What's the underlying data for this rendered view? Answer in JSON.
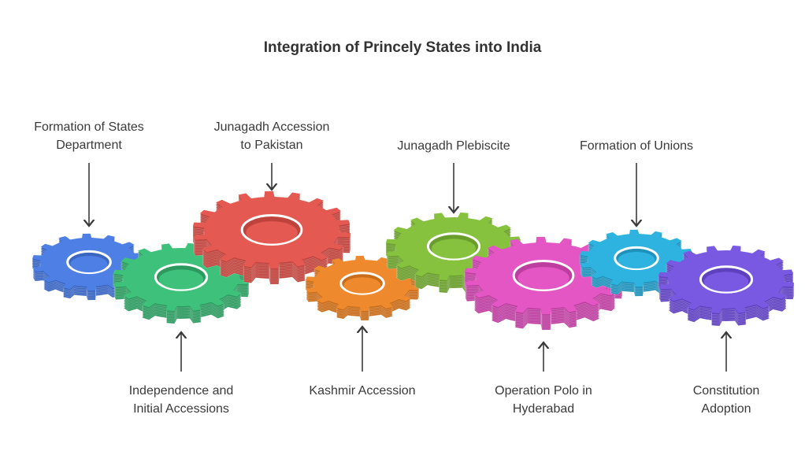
{
  "title": "Integration of Princely States into India",
  "gears": [
    {
      "id": "states-dept",
      "label": "Formation of States\nDepartment",
      "color": "#4d7fe4",
      "dark": "#3a66c2"
    },
    {
      "id": "independence",
      "label": "Independence and\nInitial Accessions",
      "color": "#3ec27b",
      "dark": "#2c9a5f"
    },
    {
      "id": "junagadh-pakistan",
      "label": "Junagadh Accession\nto Pakistan",
      "color": "#e45a52",
      "dark": "#bf433c"
    },
    {
      "id": "kashmir",
      "label": "Kashmir Accession",
      "color": "#ee8a2d",
      "dark": "#c96d1a"
    },
    {
      "id": "plebiscite",
      "label": "Junagadh Plebiscite",
      "color": "#86c23e",
      "dark": "#6a9e2c"
    },
    {
      "id": "polo",
      "label": "Operation Polo in\nHyderabad",
      "color": "#e356c3",
      "dark": "#bd3ea0"
    },
    {
      "id": "unions",
      "label": "Formation of Unions",
      "color": "#2eb3e0",
      "dark": "#1f92bb"
    },
    {
      "id": "constitution",
      "label": "Constitution\nAdoption",
      "color": "#7a59e2",
      "dark": "#5f41c0"
    }
  ]
}
